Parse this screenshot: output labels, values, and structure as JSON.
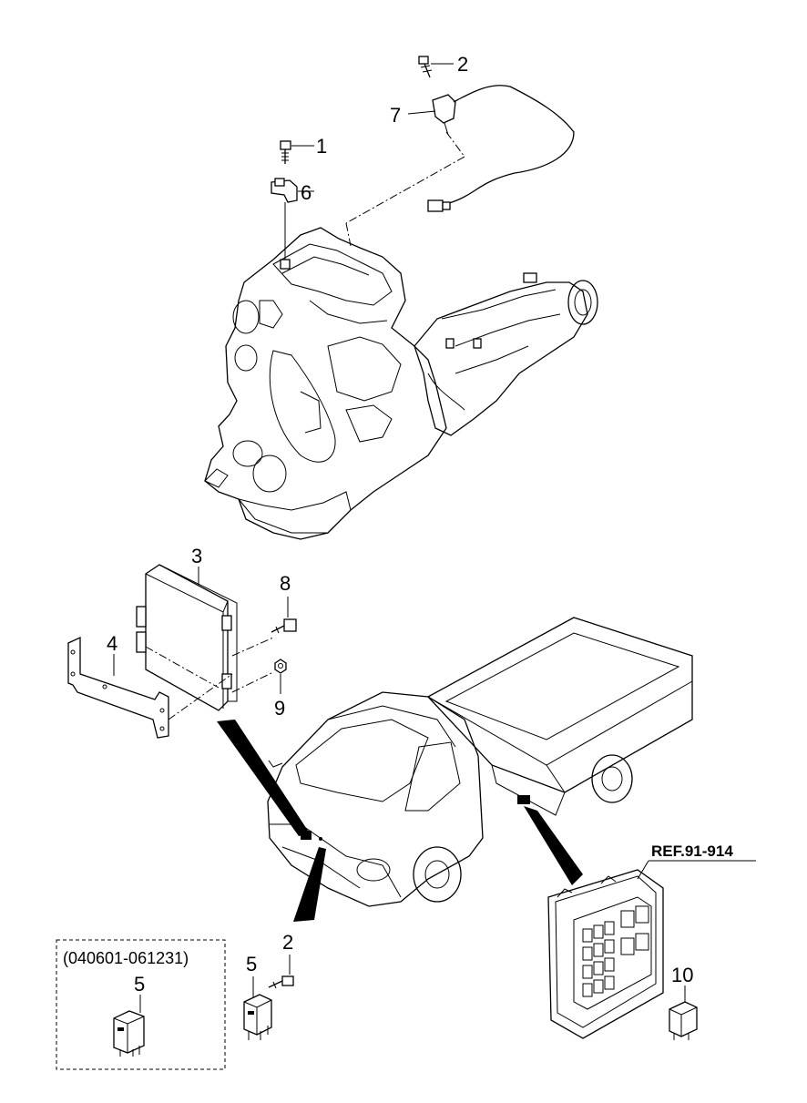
{
  "callouts": {
    "c1": "1",
    "c2_top": "2",
    "c6": "6",
    "c7": "7",
    "c3": "3",
    "c4": "4",
    "c8": "8",
    "c9": "9",
    "c2_bottom": "2",
    "c5_relay": "5",
    "c5_inset": "5",
    "c10": "10"
  },
  "inset": {
    "date_range": "(040601-061231)"
  },
  "reference": {
    "label": "REF.91-914"
  }
}
